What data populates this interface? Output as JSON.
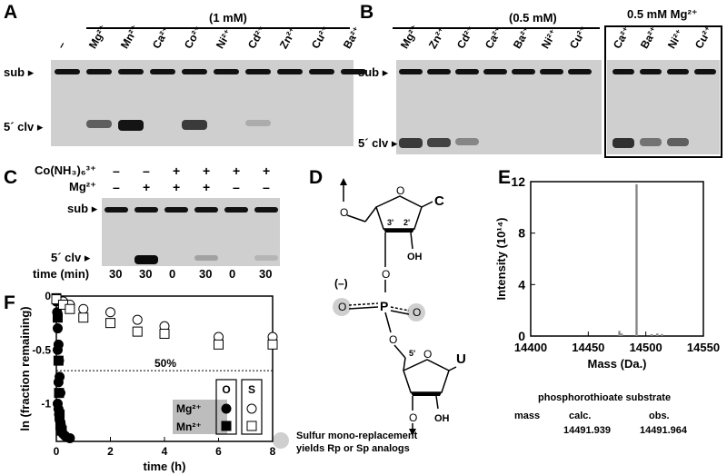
{
  "panels": {
    "A": {
      "label": "A",
      "conc": "(1 mM)",
      "lanes": [
        "–",
        "Mg²⁺",
        "Mn²⁺",
        "Ca²⁺",
        "Co²⁺",
        "Ni²⁺",
        "Cd²⁺",
        "Zn²⁺",
        "Cu²⁺",
        "Ba²⁺"
      ],
      "sub": "sub",
      "clv": "5´ clv",
      "clv_intensity": [
        0,
        0.55,
        0.95,
        0,
        0.75,
        0,
        0.15,
        0,
        0,
        0
      ]
    },
    "B": {
      "label": "B",
      "conc": "(0.5 mM)",
      "box_title": "0.5 mM Mg²⁺",
      "lanes": [
        "Mg²⁺",
        "Zn²⁺",
        "Cd²⁺",
        "Ca²⁺",
        "Ba²⁺",
        "Ni²⁺",
        "Cu²⁺"
      ],
      "box_lanes": [
        "Ca²⁺",
        "Ba²⁺",
        "Ni²⁺",
        "Cu²⁺"
      ],
      "sub": "sub",
      "clv": "5´ clv",
      "clv_intensity": [
        0.75,
        0.7,
        0.35,
        0,
        0,
        0,
        0
      ],
      "box_clv_intensity": [
        0.8,
        0.45,
        0.55,
        0
      ]
    },
    "C": {
      "label": "C",
      "row1_label": "Co(NH₃)₆³⁺",
      "row1": [
        "–",
        "–",
        "+",
        "+",
        "+",
        "+"
      ],
      "row2_label": "Mg²⁺",
      "row2": [
        "–",
        "+",
        "+",
        "+",
        "–",
        "–"
      ],
      "sub": "sub",
      "clv": "5´ clv",
      "time_label": "time (min)",
      "times": [
        "30",
        "30",
        "0",
        "30",
        "0",
        "30"
      ],
      "clv_intensity": [
        0,
        1,
        0,
        0.2,
        0,
        0.1
      ]
    },
    "D": {
      "label": "D",
      "neg": "(–)",
      "base1": "C",
      "base2": "U",
      "p": "P",
      "o": "O",
      "oh": "OH",
      "c3": "3'",
      "c2": "2'",
      "c5": "5'",
      "legend": [
        "Sulfur mono-replacement",
        "yields Rp or Sp analogs"
      ]
    },
    "E": {
      "label": "E",
      "table_title": "phosphorothioate substrate",
      "header": [
        "mass",
        "calc.",
        "obs."
      ],
      "values": [
        "14491.939",
        "14491.964"
      ]
    },
    "F": {
      "label": "F",
      "threshold_label": "50%",
      "legend_cols": [
        "O",
        "S"
      ],
      "legend_rows": [
        "Mg²⁺",
        "Mn²⁺"
      ]
    }
  },
  "chart_data": [
    {
      "type": "bar",
      "title": "",
      "xlabel": "Mass (Da.)",
      "ylabel": "Intensity (10¹⁴)",
      "xlim": [
        14400,
        14550
      ],
      "ylim": [
        0,
        12
      ],
      "xticks": [
        14400,
        14450,
        14500,
        14550
      ],
      "yticks": [
        0,
        4,
        8,
        12
      ],
      "x": [
        14477,
        14479,
        14491.96,
        14505,
        14510,
        14514
      ],
      "values": [
        0.4,
        0.2,
        11.8,
        0.15,
        0.2,
        0.15
      ],
      "grid": false
    },
    {
      "type": "scatter",
      "title": "",
      "xlabel": "time (h)",
      "ylabel": "ln (fraction remaining)",
      "xlim": [
        0,
        8
      ],
      "ylim": [
        -1.35,
        0
      ],
      "xticks": [
        0,
        2,
        4,
        6,
        8
      ],
      "yticks": [
        0,
        -0.5,
        -1
      ],
      "threshold": -0.693,
      "series": [
        {
          "marker": "filled-circle",
          "x": [
            0,
            0.03,
            0.05,
            0.08,
            0.1,
            0.12,
            0.15,
            0.05,
            0.08,
            0.1,
            0.12,
            0.17,
            0.2,
            0.25,
            0.33,
            0.5,
            0.05,
            0.08
          ],
          "y": [
            -0.05,
            -0.15,
            -0.3,
            -0.45,
            -0.6,
            -0.75,
            -0.9,
            -1.0,
            -1.05,
            -1.1,
            -1.15,
            -1.2,
            -1.25,
            -1.28,
            -1.3,
            -1.32,
            -0.5,
            -0.8
          ]
        },
        {
          "marker": "filled-square",
          "x": [
            0,
            0.05,
            0.08,
            0.1,
            0.12,
            0.15,
            0.2
          ],
          "y": [
            -0.02,
            -0.2,
            -0.6,
            -0.9,
            -1.1,
            -1.2,
            -1.25
          ]
        },
        {
          "marker": "open-circle",
          "x": [
            0,
            0.25,
            0.5,
            1,
            2,
            3,
            4,
            6,
            8
          ],
          "y": [
            -0.02,
            -0.05,
            -0.08,
            -0.12,
            -0.15,
            -0.22,
            -0.28,
            -0.38,
            -0.38
          ]
        },
        {
          "marker": "open-square",
          "x": [
            0,
            0.25,
            0.5,
            1,
            2,
            3,
            4,
            6,
            8
          ],
          "y": [
            -0.03,
            -0.08,
            -0.12,
            -0.2,
            -0.25,
            -0.33,
            -0.35,
            -0.45,
            -0.45
          ]
        }
      ]
    }
  ]
}
